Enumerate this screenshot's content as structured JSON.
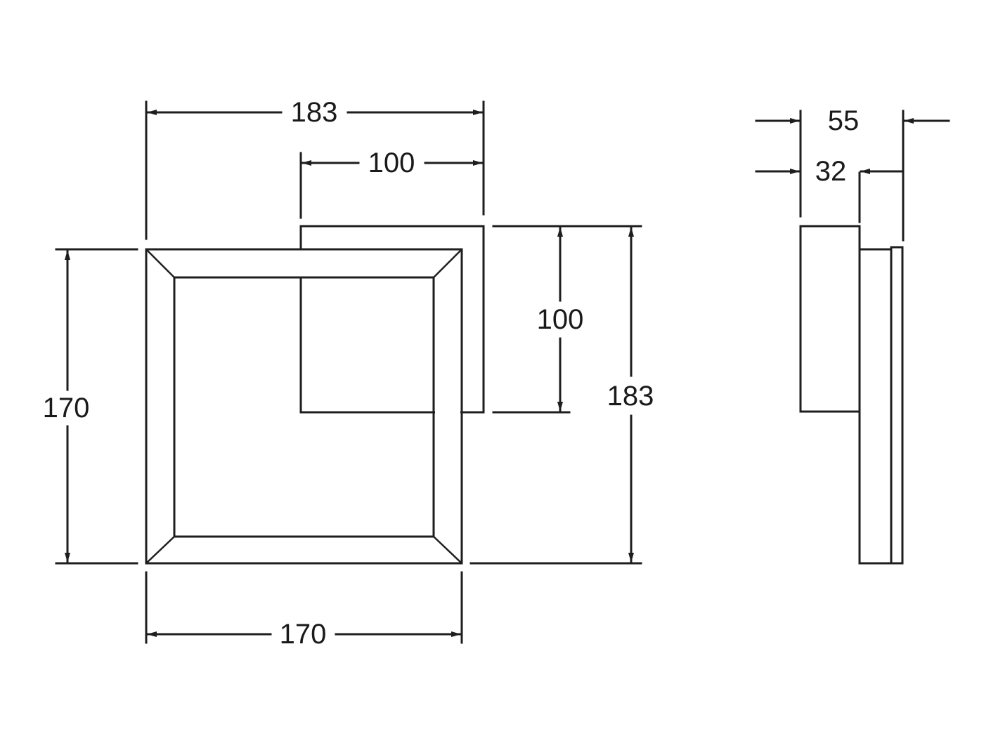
{
  "dimensions": {
    "front_width_outer": "183",
    "inner_square_width": "100",
    "inner_square_height": "100",
    "front_height_outer": "183",
    "frame_height": "170",
    "frame_width": "170",
    "side_depth_total": "55",
    "side_depth_back": "32"
  },
  "colors": {
    "line": "#1e1e1e",
    "background": "#ffffff"
  }
}
